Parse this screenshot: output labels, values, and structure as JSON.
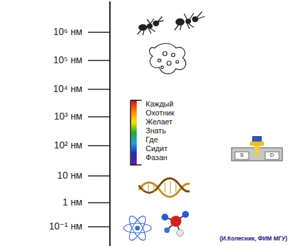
{
  "diagram": {
    "labels": [
      "10⁶ нм",
      "10⁵ нм",
      "10⁴ нм",
      "10³ нм",
      "10² нм",
      "10 нм",
      "1 нм",
      "10⁻¹ нм",
      "Каждый",
      "Охотник",
      "Желает",
      "Знать",
      "Где",
      "Сидит",
      "Фазан",
      "S",
      "D",
      "(И.Колесник, ФИМ МГУ)"
    ]
  }
}
